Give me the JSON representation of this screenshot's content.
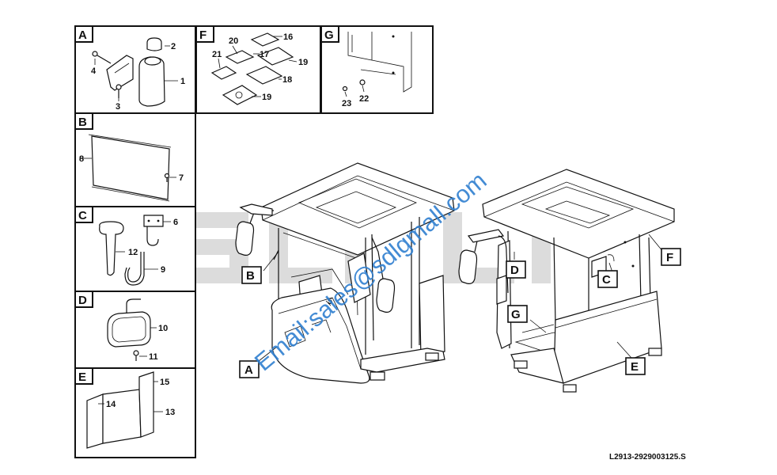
{
  "reference_code": "L2913-2929003125.S",
  "watermark": "Email:sales@sdlgmall.com",
  "panels": [
    {
      "letter": "A",
      "parts": [
        "1",
        "2",
        "3",
        "4"
      ]
    },
    {
      "letter": "B",
      "parts": [
        "7",
        "8"
      ]
    },
    {
      "letter": "C",
      "parts": [
        "6",
        "9",
        "12"
      ]
    },
    {
      "letter": "D",
      "parts": [
        "10",
        "11"
      ]
    },
    {
      "letter": "E",
      "parts": [
        "13",
        "14",
        "15"
      ]
    },
    {
      "letter": "F",
      "parts": [
        "16",
        "17",
        "18",
        "19",
        "19",
        "20",
        "21"
      ]
    },
    {
      "letter": "G",
      "parts": [
        "22",
        "23"
      ]
    }
  ],
  "main_callouts": [
    "A",
    "B",
    "C",
    "D",
    "E",
    "F",
    "G"
  ],
  "main_part_label": "5",
  "colors": {
    "line": "#111111",
    "watermark_text": "#2f7fd0",
    "watermark_logo": "#d9d9d9"
  }
}
